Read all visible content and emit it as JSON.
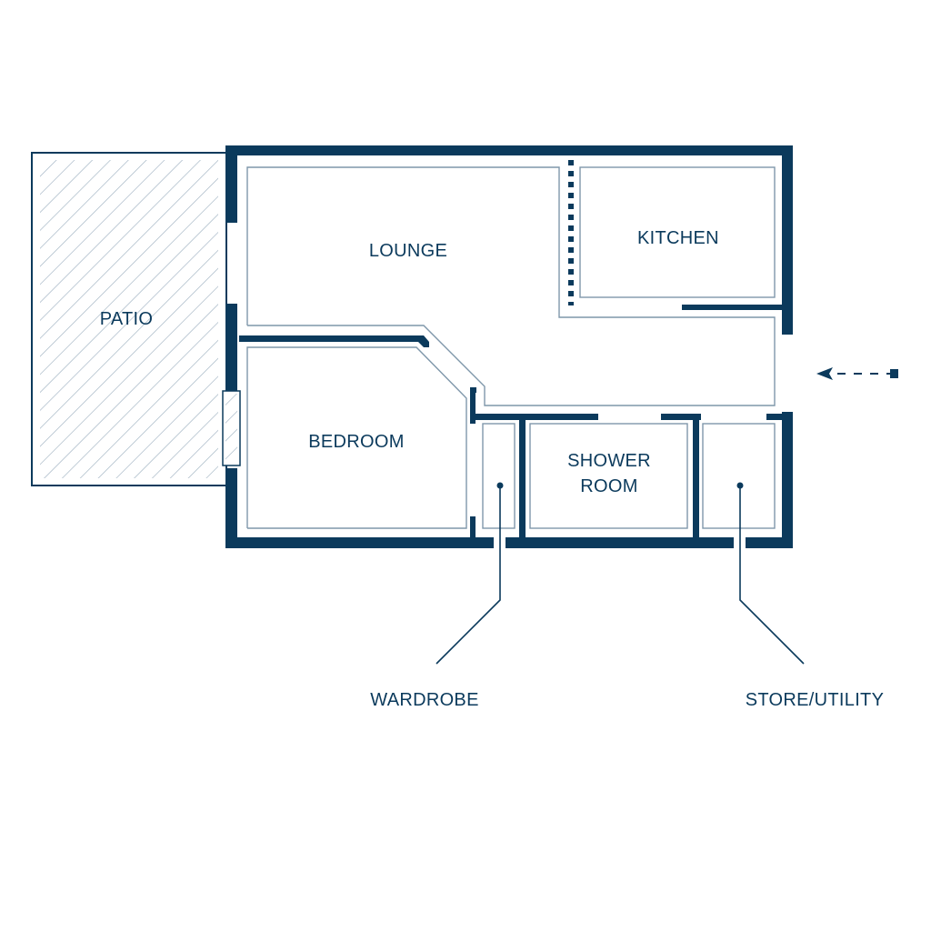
{
  "colors": {
    "wall": "#0b3a5c",
    "line": "#0b3a5c",
    "background": "#ffffff"
  },
  "rooms": {
    "patio": "PATIO",
    "lounge": "LOUNGE",
    "kitchen": "KITCHEN",
    "bedroom": "BEDROOM",
    "shower_line1": "SHOWER",
    "shower_line2": "ROOM"
  },
  "callouts": {
    "wardrobe": "WARDROBE",
    "store_utility": "STORE/UTILITY"
  },
  "icons": {
    "entrance": "dashed-arrow-left-icon"
  }
}
